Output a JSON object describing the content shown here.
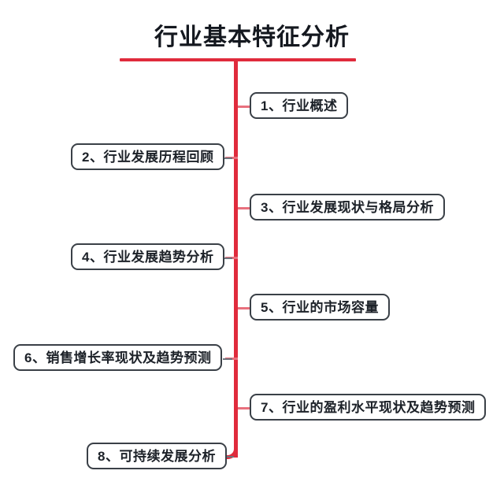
{
  "diagram": {
    "title": "行业基本特征分析",
    "accent_color": "#e02b3c",
    "node_border_color": "#3a4047",
    "title_color": "#14181f",
    "background_color": "#ffffff",
    "type": "mind-map",
    "orientation": "vertical-spine-alternating",
    "nodes": [
      {
        "index": "1",
        "label": "1、行业概述",
        "side": "right"
      },
      {
        "index": "2",
        "label": "2、行业发展历程回顾",
        "side": "left"
      },
      {
        "index": "3",
        "label": "3、行业发展现状与格局分析",
        "side": "right"
      },
      {
        "index": "4",
        "label": "4、行业发展趋势分析",
        "side": "left"
      },
      {
        "index": "5",
        "label": "5、行业的市场容量",
        "side": "right"
      },
      {
        "index": "6",
        "label": "6、销售增长率现状及趋势预测",
        "side": "left"
      },
      {
        "index": "7",
        "label": "7、行业的盈利水平现状及趋势预测",
        "side": "right"
      },
      {
        "index": "8",
        "label": "8、可持续发展分析",
        "side": "left"
      }
    ]
  }
}
